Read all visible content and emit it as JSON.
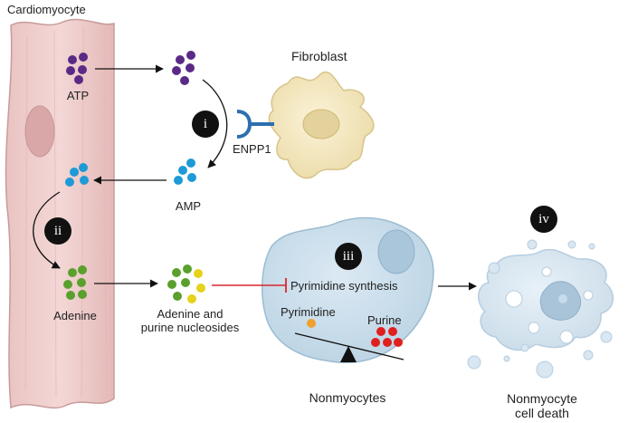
{
  "diagram": {
    "cardiomyocyte": "Cardiomyocyte",
    "fibroblast": "Fibroblast",
    "atp": "ATP",
    "amp": "AMP",
    "enpp1": "ENPP1",
    "adenine": "Adenine",
    "adenine_nucleosides": "Adenine and\npurine nucleosides",
    "pyrimidine_synthesis": "Pyrimidine synthesis",
    "pyrimidine": "Pyrimidine",
    "purine": "Purine",
    "nonmyocytes": "Nonmyocytes",
    "nonmyocyte_death": "Nonmyocyte\ncell death",
    "steps": [
      "i",
      "ii",
      "iii",
      "iv"
    ]
  },
  "colors": {
    "atp": "#5b2a86",
    "amp": "#1e9ad6",
    "adenine": "#5aa02c",
    "nucleoside_yellow": "#e6d21a",
    "pyrimidine": "#f0a030",
    "purine": "#e0201e",
    "inhibition": "#d8262a",
    "enpp1": "#2c6fb0"
  }
}
